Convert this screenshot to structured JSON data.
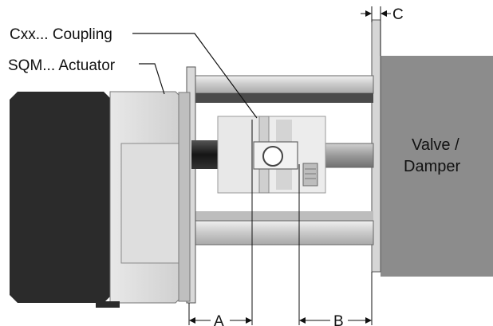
{
  "labels": {
    "coupling": "Cxx... Coupling",
    "actuator": "SQM... Actuator",
    "valve_line1": "Valve /",
    "valve_line2": "Damper"
  },
  "dimensions": {
    "a": "A",
    "b": "B",
    "c": "C"
  },
  "colors": {
    "actuator_dark": "#2b2b2b",
    "actuator_light": "#d9d9d9",
    "bracket": "#c8c8c8",
    "bracket_dark": "#555555",
    "valve": "#8a8a8a",
    "shaft": "#9a9a9a",
    "coupling": "#e6e6e6"
  }
}
